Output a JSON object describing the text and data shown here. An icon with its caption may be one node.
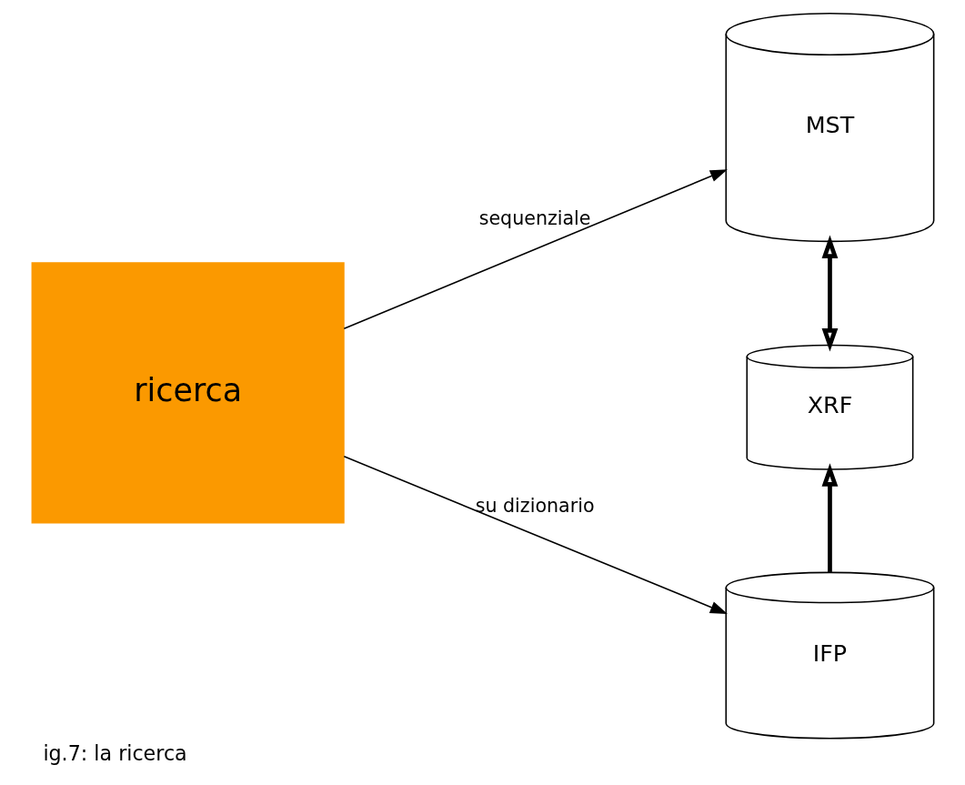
{
  "diagram": {
    "caption": "ig.7: la ricerca",
    "nodes": [
      {
        "text": [
          "ricerca"
        ]
      },
      {
        "text": [
          "MST"
        ]
      },
      {
        "text": [
          "XRF"
        ]
      },
      {
        "text": [
          "IFP"
        ]
      }
    ],
    "edges": [
      {
        "from": 0,
        "to": 1,
        "arrow": "to",
        "label": "sequenziale"
      },
      {
        "from": 0,
        "to": 3,
        "arrow": "to",
        "label": "su dizionario"
      },
      {
        "from": 1,
        "to": 2,
        "arrow": "both",
        "style": "thick"
      },
      {
        "from": 3,
        "to": 2,
        "arrow": "to",
        "style": "thick"
      }
    ]
  }
}
